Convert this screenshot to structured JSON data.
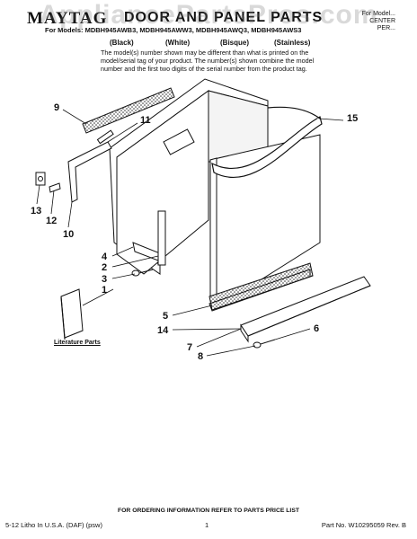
{
  "header": {
    "brand": "MAYTAG",
    "title": "DOOR AND PANEL PARTS",
    "corner_top": "For Model...",
    "corner_line1": "CENTER",
    "corner_line2": "PER..."
  },
  "models_line": "For Models: MDBH945AWB3, MDBH945AWW3, MDBH945AWQ3, MDBH945AWS3",
  "colors": [
    "(Black)",
    "(White)",
    "(Bisque)",
    "(Stainless)"
  ],
  "note": "The model(s) number shown may be different than what is printed on the model/serial tag of your product. The number(s) shown combine the model number and the first two digits of the serial number from the product tag.",
  "callouts": [
    "9",
    "11",
    "15",
    "13",
    "12",
    "10",
    "4",
    "2",
    "3",
    "1",
    "5",
    "14",
    "7",
    "8",
    "6"
  ],
  "literature_label": "Literature Parts",
  "footer": {
    "ordering": "FOR ORDERING INFORMATION REFER TO PARTS PRICE LIST",
    "left": "5-12 Litho In U.S.A. (DAF) (psw)",
    "page": "1",
    "right": "Part No. W10295059 Rev. B"
  },
  "watermark": "AppliancePartsPros.com"
}
